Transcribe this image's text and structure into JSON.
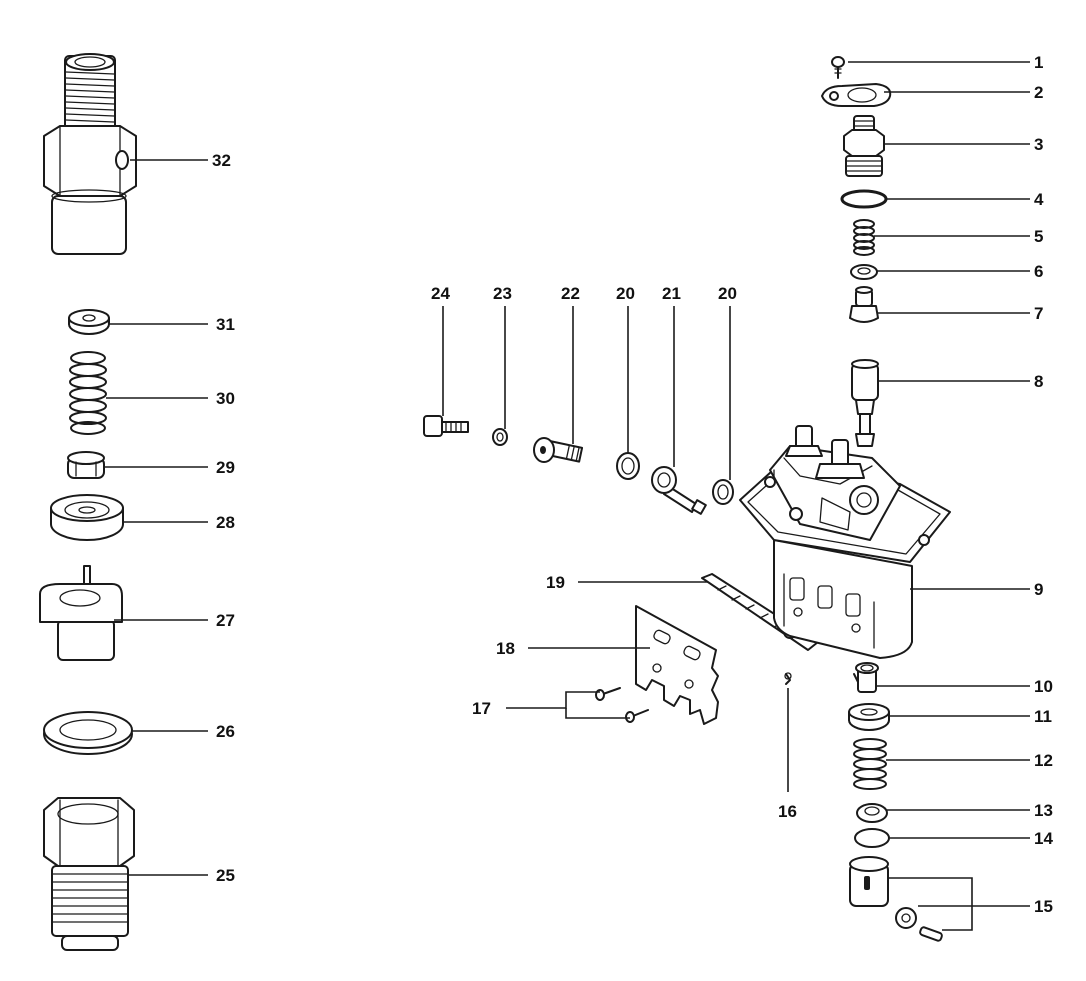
{
  "diagram": {
    "callouts": [
      {
        "id": "1",
        "text": "1"
      },
      {
        "id": "2",
        "text": "2"
      },
      {
        "id": "3",
        "text": "3"
      },
      {
        "id": "4",
        "text": "4"
      },
      {
        "id": "5",
        "text": "5"
      },
      {
        "id": "6",
        "text": "6"
      },
      {
        "id": "7",
        "text": "7"
      },
      {
        "id": "8",
        "text": "8"
      },
      {
        "id": "9",
        "text": "9"
      },
      {
        "id": "10",
        "text": "10"
      },
      {
        "id": "11",
        "text": "11"
      },
      {
        "id": "12",
        "text": "12"
      },
      {
        "id": "13",
        "text": "13"
      },
      {
        "id": "14",
        "text": "14"
      },
      {
        "id": "15",
        "text": "15"
      },
      {
        "id": "16",
        "text": "16"
      },
      {
        "id": "17",
        "text": "17"
      },
      {
        "id": "18",
        "text": "18"
      },
      {
        "id": "19",
        "text": "19"
      },
      {
        "id": "20a",
        "text": "20"
      },
      {
        "id": "20b",
        "text": "20"
      },
      {
        "id": "21",
        "text": "21"
      },
      {
        "id": "22",
        "text": "22"
      },
      {
        "id": "23",
        "text": "23"
      },
      {
        "id": "24",
        "text": "24"
      },
      {
        "id": "25",
        "text": "25"
      },
      {
        "id": "26",
        "text": "26"
      },
      {
        "id": "27",
        "text": "27"
      },
      {
        "id": "28",
        "text": "28"
      },
      {
        "id": "29",
        "text": "29"
      },
      {
        "id": "30",
        "text": "30"
      },
      {
        "id": "31",
        "text": "31"
      },
      {
        "id": "32",
        "text": "32"
      }
    ]
  }
}
